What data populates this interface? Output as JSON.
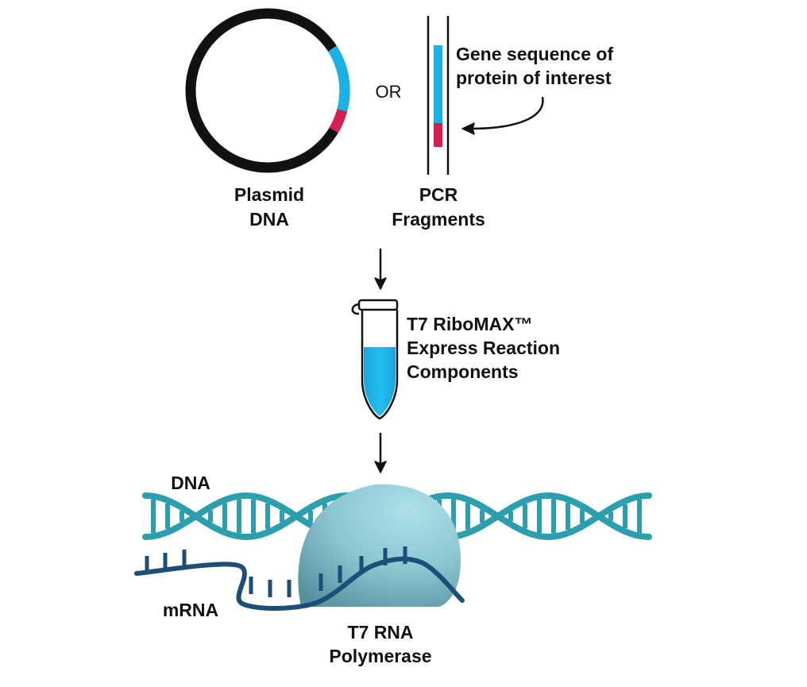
{
  "plasmid": {
    "label_line1": "Plasmid",
    "label_line2": "DNA"
  },
  "separator": "OR",
  "pcr": {
    "label_line1": "PCR",
    "label_line2": "Fragments"
  },
  "gene_callout": {
    "line1": "Gene sequence of",
    "line2": "protein of interest"
  },
  "tube": {
    "label_line1": "T7 RiboMAX™",
    "label_line2": "Express Reaction",
    "label_line3": "Components"
  },
  "dna_label": "DNA",
  "mrna_label": "mRNA",
  "polymerase": {
    "label_line1": "T7 RNA",
    "label_line2": "Polymerase"
  },
  "colors": {
    "gene_blue": "#19b2e6",
    "promoter_red": "#d71e4f",
    "dna_teal": "#2b9fad",
    "mrna_blue": "#1c4e78",
    "enzyme_light": "#a9dde6",
    "enzyme_dark": "#5e9aa8",
    "black": "#111111"
  }
}
